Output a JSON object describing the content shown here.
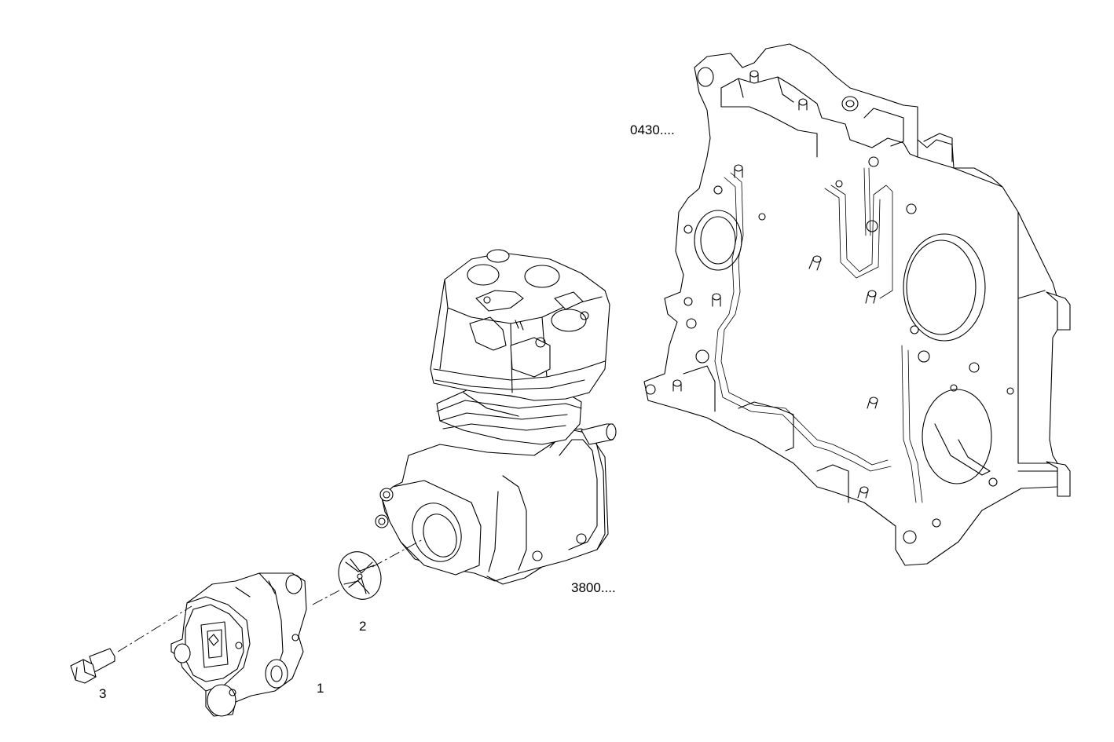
{
  "diagram": {
    "callouts": {
      "timing_case": "0430....",
      "compressor": "3800....",
      "pump": "1",
      "cover_plate": "2",
      "bolt": "3"
    },
    "parts": [
      {
        "id": "timing_case",
        "name": "timing gear housing"
      },
      {
        "id": "compressor",
        "name": "air compressor"
      },
      {
        "id": "pump",
        "name": "pump"
      },
      {
        "id": "cover_plate",
        "name": "cover plate"
      },
      {
        "id": "bolt",
        "name": "bolt"
      }
    ],
    "line_color": "#000000",
    "background": "#ffffff"
  }
}
